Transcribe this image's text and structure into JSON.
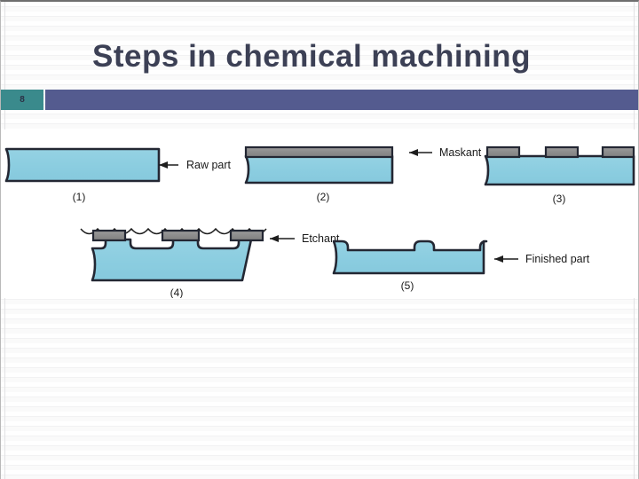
{
  "slide": {
    "title": "Steps in chemical machining",
    "number": "8",
    "accent_color": "#545b8f",
    "badge_color": "#3a8a8c",
    "title_color": "#3c4055",
    "background_color": "#fcfcfc"
  },
  "figure": {
    "name": "chemical-machining-steps-diagram",
    "part_color": "#8ccde0",
    "maskant_color": "#8d8d8d",
    "outline_color": "#232733",
    "steps": [
      {
        "id": "1",
        "caption": "(1)",
        "annotation": "Raw part"
      },
      {
        "id": "2",
        "caption": "(2)",
        "annotation": "Maskant"
      },
      {
        "id": "3",
        "caption": "(3)",
        "annotation": ""
      },
      {
        "id": "4",
        "caption": "(4)",
        "annotation": "Etchant"
      },
      {
        "id": "5",
        "caption": "(5)",
        "annotation": "Finished part"
      }
    ],
    "labels": {
      "raw_part": "Raw part",
      "maskant": "Maskant",
      "etchant": "Etchant",
      "finished_part": "Finished part",
      "step1": "(1)",
      "step2": "(2)",
      "step3": "(3)",
      "step4": "(4)",
      "step5": "(5)"
    }
  }
}
